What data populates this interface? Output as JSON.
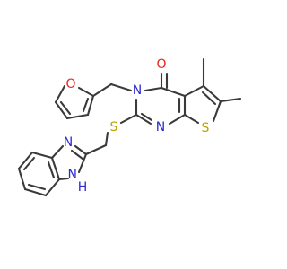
{
  "molecule": {
    "atoms": {
      "O_carbonyl": "O",
      "N3": "N",
      "N1": "N",
      "S_thiophene": "S",
      "S_thioether": "S",
      "O_furan": "O",
      "N_benzimidazole": "N",
      "NH_benzimidazole": "H\nN"
    },
    "colors": {
      "bond": "#3a3a3a",
      "nitrogen": "#2b2bd6",
      "oxygen": "#e8231c",
      "sulfur": "#b8a400"
    }
  }
}
